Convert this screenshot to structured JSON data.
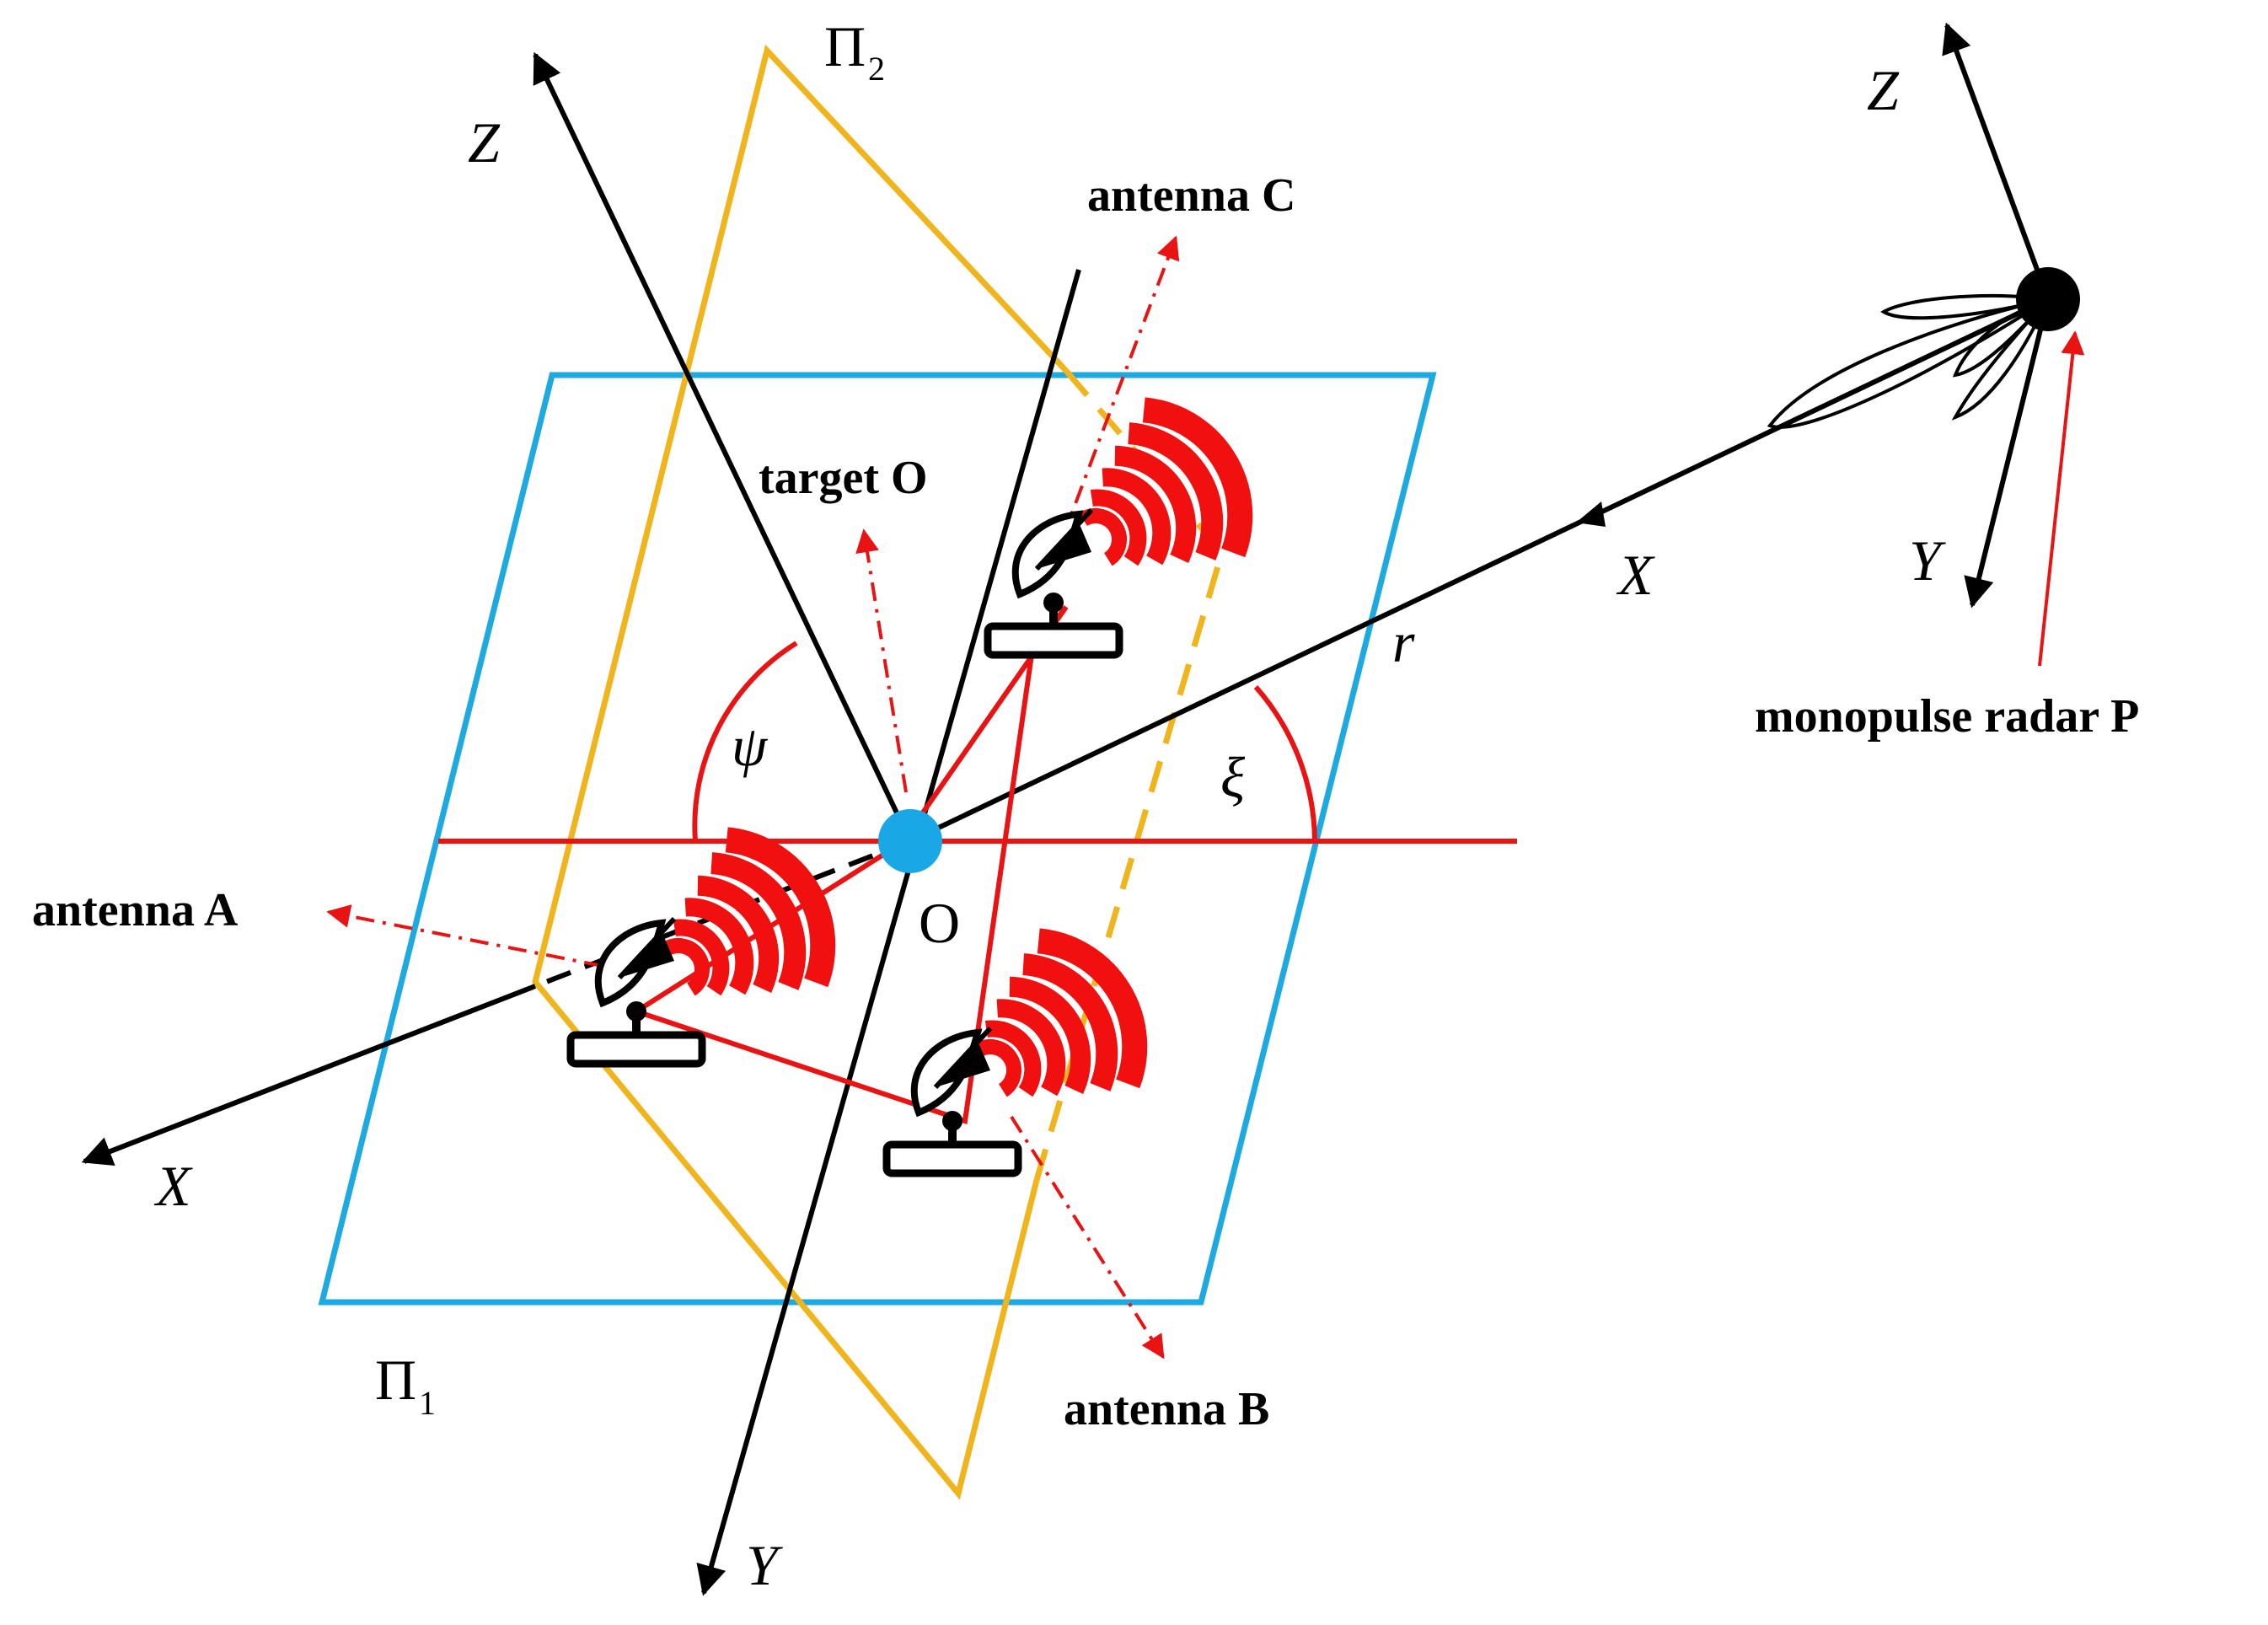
{
  "colors": {
    "plane1": "#1fa9e1",
    "plane2": "#f0b41c",
    "axis": "#000000",
    "link": "#e81414",
    "wave": "#f01010",
    "target": "#1aa7e6"
  },
  "labels": {
    "plane1_symbol": "Π",
    "plane1_sub": "1",
    "plane2_symbol": "Π",
    "plane2_sub": "2",
    "axis_z_scene": "Z",
    "axis_y_scene": "Y",
    "axis_x_scene": "X",
    "axis_x_ray": "X",
    "radar_z": "Z",
    "radar_y": "Y",
    "range_r": "r",
    "angle_psi": "ψ",
    "angle_xi": "ξ",
    "origin": "O",
    "antenna_a": "antenna A",
    "antenna_b": "antenna B",
    "antenna_c": "antenna C",
    "target": "target O",
    "radar": "monopulse radar P"
  },
  "icons": [
    "dish-antenna-icon",
    "dish-antenna-icon",
    "dish-antenna-icon",
    "radiation-wave-icon",
    "radar-beam-lobe-icon"
  ]
}
